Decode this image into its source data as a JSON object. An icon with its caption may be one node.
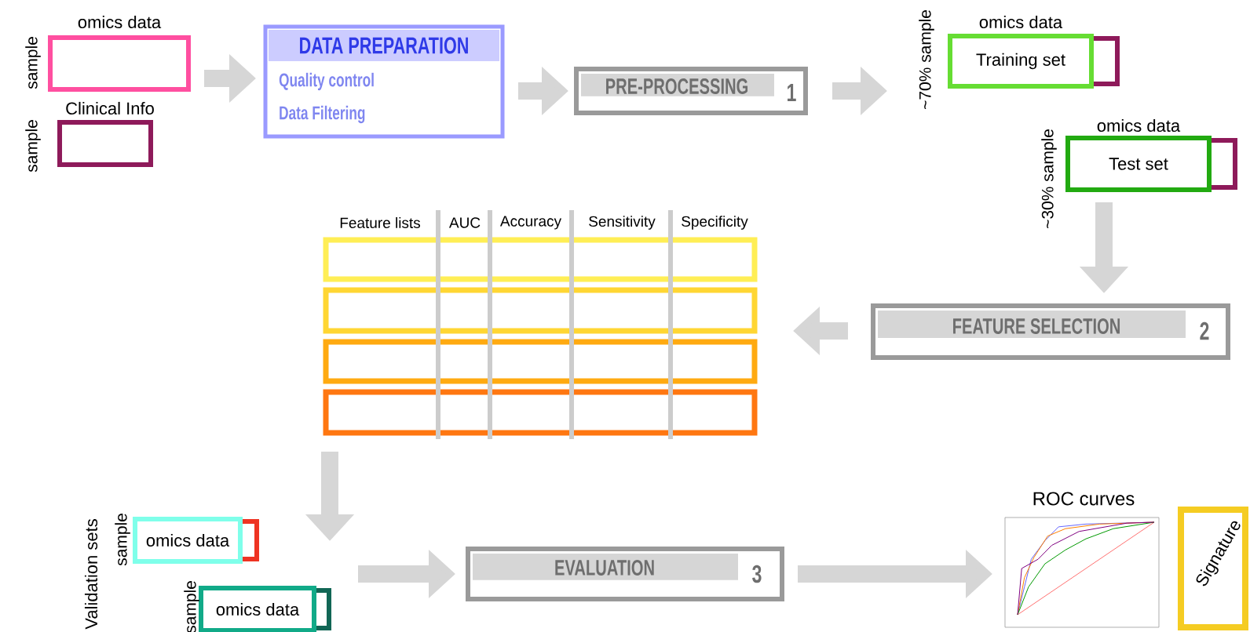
{
  "diagram": {
    "nodes": [
      {
        "text": [
          "omics data"
        ],
        "beside": [
          "sample"
        ]
      },
      {
        "text": [
          "Clinical Info"
        ],
        "beside": [
          "sample"
        ]
      },
      {
        "text": [
          "DATA PREPARATION",
          "Quality control",
          "Data Filtering"
        ]
      },
      {
        "text": [
          "PRE-PROCESSING",
          "1"
        ]
      },
      {
        "text": [
          "omics data",
          "Training set"
        ],
        "beside": [
          "~70% sample"
        ]
      },
      {
        "text": [
          "omics data",
          "Test set"
        ],
        "beside": [
          "~30% sample"
        ]
      },
      {
        "text": [
          "FEATURE SELECTION",
          "2"
        ]
      },
      {
        "text": [
          "Feature lists",
          "AUC",
          "Accuracy",
          "Sensitivity",
          "Specificity"
        ]
      },
      {
        "text": [
          "omics data"
        ],
        "beside": [
          "sample"
        ]
      },
      {
        "text": [
          "omics data"
        ],
        "beside": [
          "sample"
        ]
      },
      {
        "text": [
          "EVALUATION",
          "3"
        ]
      },
      {
        "text": [
          "ROC curves"
        ]
      },
      {
        "text": [
          "Signature"
        ]
      }
    ],
    "edges": [
      {
        "from": 0,
        "to": 2,
        "arrow": "to"
      },
      {
        "from": 2,
        "to": 3,
        "arrow": "to"
      },
      {
        "from": 3,
        "to": 4,
        "arrow": "to"
      },
      {
        "from": 5,
        "to": 6,
        "arrow": "to"
      },
      {
        "from": 6,
        "to": 7,
        "arrow": "to"
      },
      {
        "from": 7,
        "to": null,
        "arrow": "to"
      },
      {
        "from": null,
        "to": 10,
        "arrow": "to"
      },
      {
        "from": 10,
        "to": 11,
        "arrow": "to"
      }
    ],
    "labels": [
      "Validation sets"
    ]
  }
}
